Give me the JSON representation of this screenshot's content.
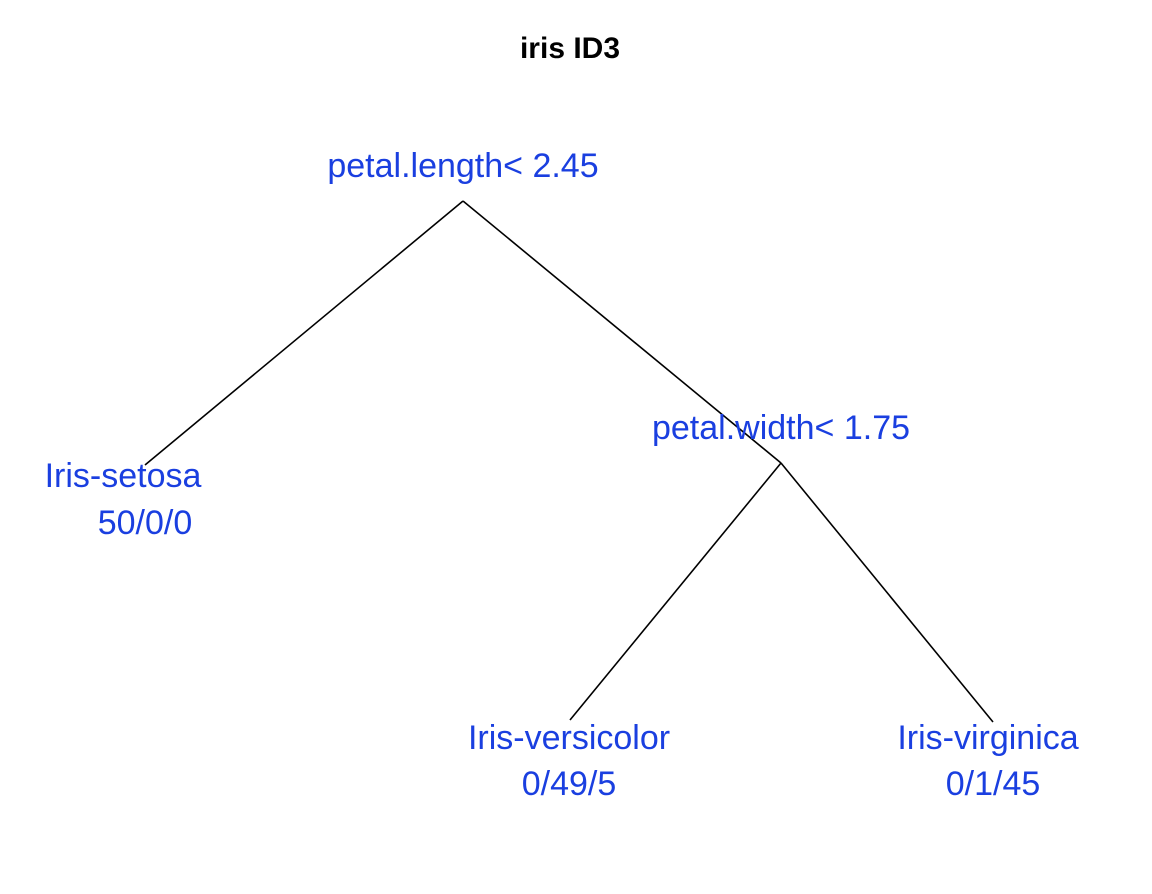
{
  "title": "iris ID3",
  "colors": {
    "label": "#1a3fe0",
    "edge": "#000000"
  },
  "tree": {
    "root": {
      "split": "petal.length< 2.45"
    },
    "node2": {
      "split": "petal.width< 1.75"
    },
    "leaves": [
      {
        "class": "Iris-setosa",
        "counts": "50/0/0"
      },
      {
        "class": "Iris-versicolor",
        "counts": "0/49/5"
      },
      {
        "class": "Iris-virginica",
        "counts": "0/1/45"
      }
    ]
  }
}
